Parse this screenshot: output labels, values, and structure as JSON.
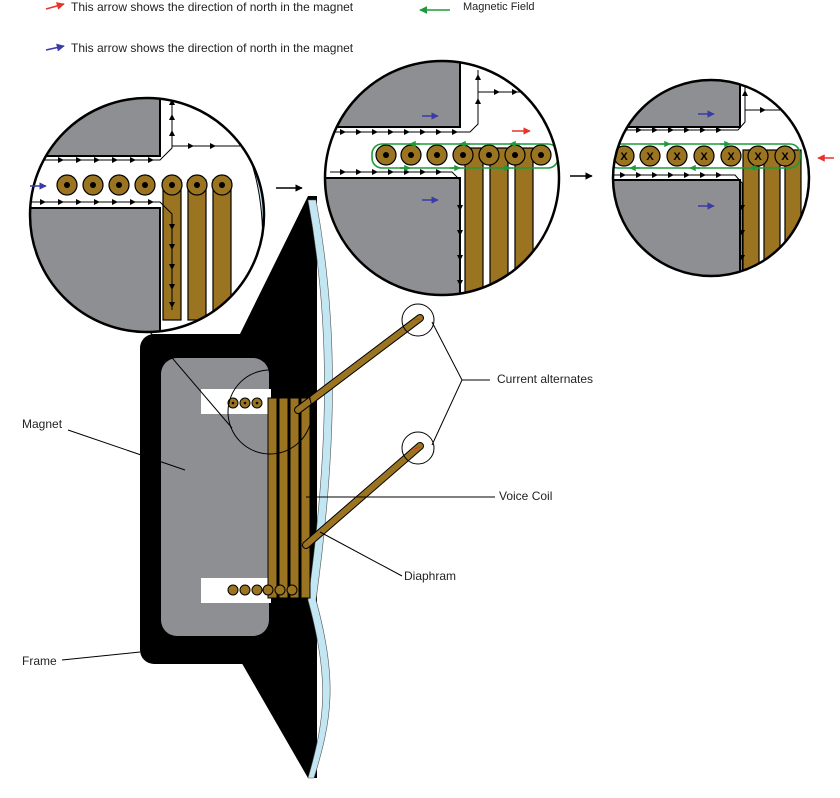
{
  "legend": {
    "red_arrow_text": "This arrow shows the direction of north in the magnet",
    "blue_arrow_text": "This arrow shows the direction of north in the magnet",
    "green_arrow_text": "Magnetic Field"
  },
  "labels": {
    "current": "Current alternates",
    "voice_coil": "Voice Coil",
    "diaphragm": "Diaphram",
    "magnet": "Magnet",
    "frame": "Frame"
  },
  "coil_symbols": {
    "out_of_page": "•",
    "into_page": "X"
  },
  "colors": {
    "red_arrow": "#e8332b",
    "blue_arrow": "#3b3ba8",
    "green_arrow": "#1e9a3a",
    "magnet_gray": "#8e8f92",
    "coil_brown": "#9a7420",
    "frame_black": "#000000",
    "diaphragm_blue": "#c3e6f3"
  }
}
